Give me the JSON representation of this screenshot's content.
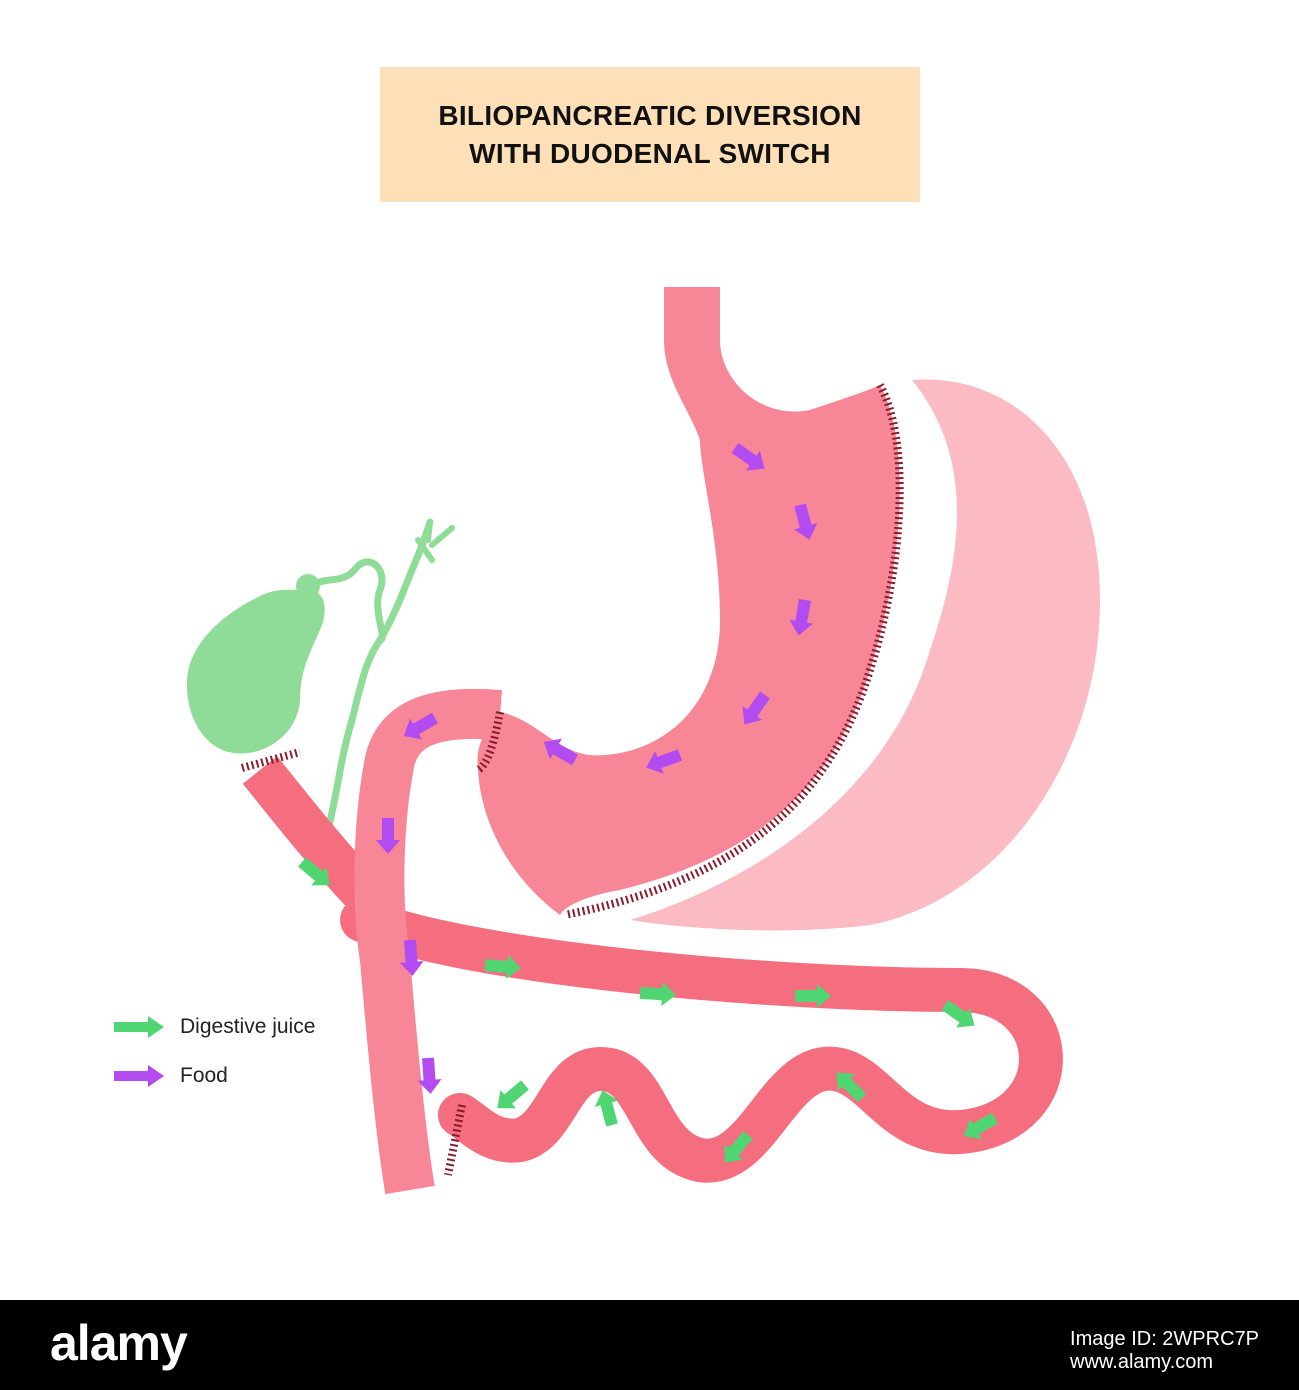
{
  "title": {
    "line1": "BILIOPANCREATIC DIVERSION",
    "line2": "WITH DUODENAL SWITCH"
  },
  "legend": [
    {
      "label": "Digestive juice",
      "color": "#4fd672"
    },
    {
      "label": "Food",
      "color": "#b34cf0"
    }
  ],
  "colors": {
    "stomach": "#f78697",
    "removed_stomach": "#fcbac3",
    "intestine": "#f56e80",
    "gallbladder": "#8fdc98",
    "staple": "#8a1c2c",
    "title_bg": "#fde0b8"
  },
  "footer": {
    "logo": "alamy",
    "image_id": "Image ID: 2WPRC7P",
    "url": "www.alamy.com"
  }
}
